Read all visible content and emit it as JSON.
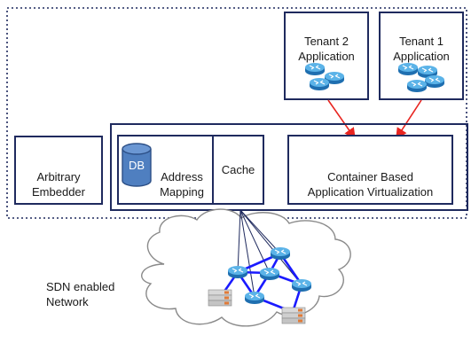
{
  "tenant2": {
    "line1": "Tenant 2",
    "line2": "Application"
  },
  "tenant1": {
    "line1": "Tenant 1",
    "line2": "Application"
  },
  "embedder": {
    "line1": "Arbitrary",
    "line2": "Embedder"
  },
  "db": {
    "label": "DB"
  },
  "address_mapping": {
    "line1": "Address",
    "line2": "Mapping"
  },
  "cache": {
    "label": "Cache"
  },
  "container": {
    "line1": "Container Based",
    "line2": "Application Virtualization"
  },
  "network": {
    "line1": "SDN enabled",
    "line2": "Network"
  },
  "colors": {
    "border": "#1f2a5e",
    "arrow": "#e8241f",
    "link": "#1a1aff",
    "router": "#3b9bd9",
    "db": "#4f7fc0"
  }
}
